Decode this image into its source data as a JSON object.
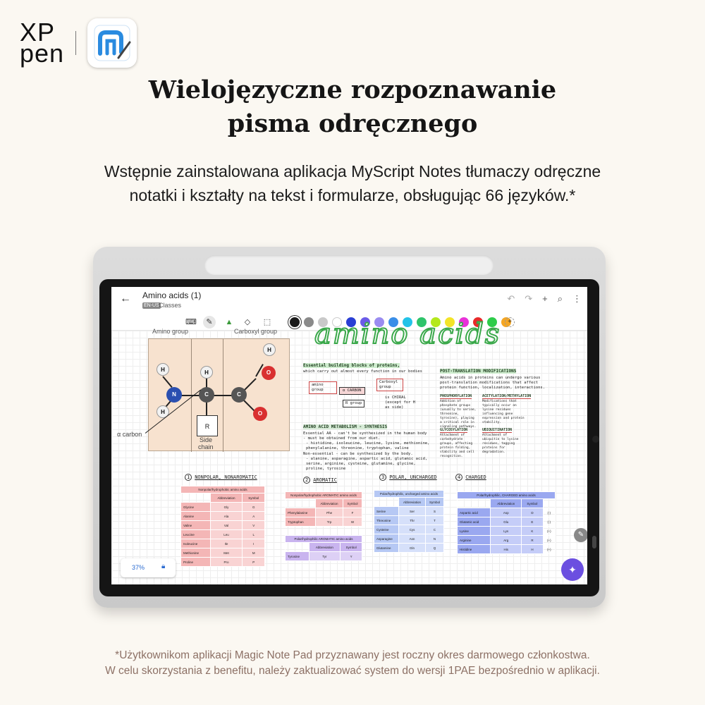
{
  "brand": {
    "logo_text_line1": "XP",
    "logo_text_line2": "pen",
    "app_icon": "myscript-notes-icon"
  },
  "headline": {
    "line1": "Wielojęzyczne rozpoznawanie",
    "line2": "pisma odręcznego"
  },
  "subline": {
    "line1": "Wstępnie zainstalowana aplikacja MyScript Notes tłumaczy odręczne",
    "line2": "notatki i kształty na tekst i formularze, obsługując 66 języków.*"
  },
  "app": {
    "title": "Amino acids (1)",
    "lang_tag": "EN-US",
    "folder": "Classes",
    "actions": {
      "undo": "↶",
      "redo": "↷",
      "add": "+",
      "search": "⌕",
      "more": "⋮"
    },
    "toolbar": {
      "tools": [
        "keyboard-icon",
        "pen-icon",
        "highlighter-icon",
        "eraser-icon",
        "lasso-icon"
      ],
      "colors": [
        "#1a1a1a",
        "#8a8a8a",
        "#c9c9c9",
        "#ffffff",
        "#2a3fd4",
        "#6b5be8",
        "#9a8cf0",
        "#3a8ee8",
        "#22c3e8",
        "#2ec46a",
        "#b4e81c",
        "#f3e428",
        "#e832d8",
        "#e82a2a",
        "#2ecc4a",
        "#f5a623"
      ],
      "add_color": "+"
    },
    "diagram": {
      "labels": {
        "amino_group": "Amino group",
        "carboxyl_group": "Carboxyl group",
        "r": "R",
        "side_chain_1": "Side",
        "side_chain_2": "chain",
        "alpha_carbon": "α carbon"
      },
      "atoms": {
        "h": "H",
        "n": "N",
        "c": "C",
        "o": "O"
      }
    },
    "notes": {
      "big_title": "amino acids",
      "essential": "Essential building blocks of proteins,",
      "essential_sub": "which carry out almost every function in our bodies",
      "amino_group": "amino group",
      "carboxyl_group": "Carboxyl group",
      "alpha_carbon": "α CARBON",
      "r_group": "R group",
      "chiral": "is CHIRAL (except for H as side)",
      "metabolism_title": "AMINO ACID METABOLISM - SYNTHESIS",
      "metabolism_text": "Essential AA - can't be synthesized in the human body - must be obtained from our diet.",
      "metabolism_text2": "- histidine, isoleucine, leucine, lysine, methionine, phenylalanine, threonine, tryptophan, valine",
      "nonessential": "Non-essential - can be synthesized by the body.",
      "nonessential2": "- alanine, asparagine, aspartic acid, glutamic acid, serine, arginine, cysteine, glutamine, glycine, proline, tyrosine",
      "ptm_title": "POST-TRANSLATION MODIFICATIONS",
      "ptm_text": "Amino acids in proteins can undergo various post-translation modifications that affect protein function, localization, interactions.",
      "phos_title": "PHOSPHORYLATION",
      "phos_text": "Addition of phosphate groups (usually to serine, threonine, tyrosine), playing a critical role in signaling pathways.",
      "acet_title": "ACETYLATION/METHYLATION",
      "acet_text": "Modifications that typically occur on lysine residues influencing gene expression and protein stability.",
      "glyc_title": "GLYCOSYLATION",
      "glyc_text": "Attachment of carbohydrate groups, affecting protein folding, stability and cell recognition.",
      "ubiq_title": "UBIQUITINATION",
      "ubiq_text": "Attachment of ubiquitin to lysine residues, tagging proteins for degradation."
    },
    "sections": [
      {
        "num": "1",
        "title": "NONPOLAR, NONAROMATIC"
      },
      {
        "num": "2",
        "title": "AROMATIC"
      },
      {
        "num": "3",
        "title": "POLAR, UNCHARGED"
      },
      {
        "num": "4",
        "title": "CHARGED"
      }
    ],
    "tables": {
      "nonpolar": {
        "caption": "Nonpolar/hydrophobic amino acids",
        "headers": [
          "",
          "Abbreviation",
          "Symbol"
        ],
        "rows": [
          [
            "Glycine",
            "Gly",
            "G"
          ],
          [
            "Alanine",
            "Ala",
            "A"
          ],
          [
            "Valine",
            "Val",
            "V"
          ],
          [
            "Leucine",
            "Leu",
            "L"
          ],
          [
            "Isoleucine",
            "Ile",
            "I"
          ],
          [
            "Methionine",
            "Met",
            "M"
          ],
          [
            "Proline",
            "Pro",
            "P"
          ]
        ]
      },
      "aromatic": {
        "caption": "Nonpolar/hydrophobic AROMATIC amino acids",
        "headers": [
          "",
          "Abbreviation",
          "Symbol"
        ],
        "rows": [
          [
            "Phenylalanine",
            "Phe",
            "F"
          ],
          [
            "Tryptophan",
            "Trp",
            "W"
          ]
        ]
      },
      "aromatic_polar": {
        "caption": "Polar/hydrophilic AROMATIC amino acids",
        "headers": [
          "",
          "Abbreviation",
          "Symbol"
        ],
        "rows": [
          [
            "Tyrosine",
            "Tyr",
            "Y"
          ]
        ]
      },
      "polar": {
        "caption": "Polar/hydrophilic, uncharged amino acids",
        "headers": [
          "",
          "Abbreviation",
          "Symbol"
        ],
        "rows": [
          [
            "Serine",
            "Ser",
            "S"
          ],
          [
            "Threonine",
            "Thr",
            "T"
          ],
          [
            "Cysteine",
            "Cys",
            "C"
          ],
          [
            "Asparagine",
            "Asn",
            "N"
          ],
          [
            "Glutamine",
            "Gln",
            "Q"
          ]
        ]
      },
      "charged": {
        "caption": "Polar/hydrophilic, CHARGED amino acids",
        "headers": [
          "",
          "Abbreviation",
          "Symbol",
          ""
        ],
        "rows": [
          [
            "Aspartic acid",
            "Asp",
            "D",
            "(-)"
          ],
          [
            "Glutamic acid",
            "Glu",
            "E",
            "(-)"
          ],
          [
            "Lysine",
            "Lys",
            "K",
            "(+)"
          ],
          [
            "Arginine",
            "Arg",
            "R",
            "(+)"
          ],
          [
            "Histidine",
            "His",
            "H",
            "(+)"
          ]
        ]
      }
    },
    "zoom": "37%",
    "lock_icon": "lock-icon",
    "fab_icon": "sparkle-icon",
    "edit_icon": "pencil-icon"
  },
  "footnote": {
    "line1": "*Użytkownikom aplikacji Magic Note Pad przyznawany jest roczny okres darmowego członkostwa.",
    "line2": "W celu skorzystania z benefitu, należy zaktualizować system do wersji 1PAE bezpośrednio w aplikacji."
  }
}
